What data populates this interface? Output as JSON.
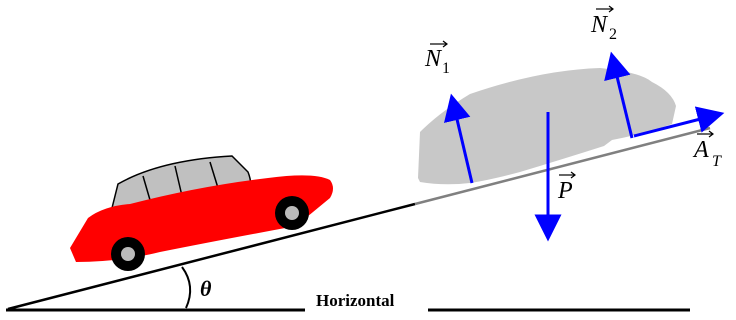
{
  "diagram": {
    "angle_label": "θ",
    "horizontal_label": "Horizontal",
    "forces": {
      "n1": {
        "symbol": "N",
        "subscript": "1"
      },
      "n2": {
        "symbol": "N",
        "subscript": "2"
      },
      "p": {
        "symbol": "P",
        "subscript": ""
      },
      "at": {
        "symbol": "A",
        "subscript": "T"
      }
    },
    "colors": {
      "car_body": "#ff0000",
      "car_cabin": "#c0c0c0",
      "car_wheel": "#000000",
      "ghost_car": "#c8c8c8",
      "vector": "#0000ff",
      "ground": "#000000",
      "incline_upper": "#808080"
    }
  }
}
